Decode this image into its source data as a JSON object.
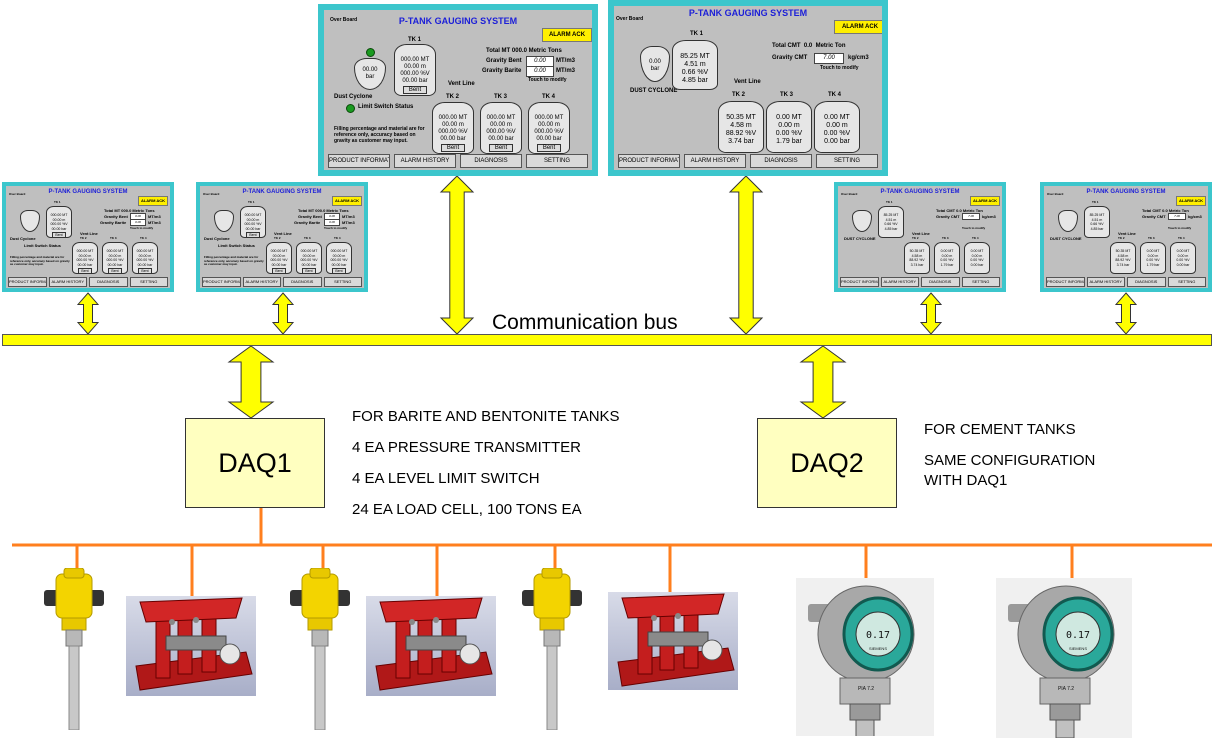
{
  "hmi": {
    "title": "P-TANK GAUGING SYSTEM",
    "alarm_ack": "ALARM ACK",
    "over_board": "Over Board",
    "vent_line": "Vent Line",
    "touch_modify": "Touch to modify",
    "buttons": [
      "PRODUCT INFORMATION",
      "ALARM HISTORY",
      "DIAGNOSIS",
      "SETTING"
    ],
    "barite": {
      "total_label": "Total MT",
      "total_value": "000.0",
      "total_unit": "Metric Tons",
      "gravity_bent_label": "Gravity Bent",
      "gravity_bent_value": "0.00",
      "gravity_bent_unit": "MT/m3",
      "gravity_barite_label": "Gravity Barite",
      "gravity_barite_value": "0.00",
      "gravity_barite_unit": "MT/m3",
      "cyclone_value": "00.00",
      "cyclone_unit": "bar",
      "cyclone_label": "Dust Cyclone",
      "limit_switch": "Limit Switch Status",
      "note": "Filling percentage and material are for reference only, accuracy based on gravity as customer may input.",
      "tanks": [
        {
          "name": "TK 1",
          "mt": "000.00 MT",
          "m": "00.00 m",
          "pv": "000.00 %V",
          "bar": "00.00 bar",
          "mat": "Bent"
        },
        {
          "name": "TK 2",
          "mt": "000.00 MT",
          "m": "00.00 m",
          "pv": "000.00 %V",
          "bar": "00.00 bar",
          "mat": "Bent"
        },
        {
          "name": "TK 3",
          "mt": "000.00 MT",
          "m": "00.00 m",
          "pv": "000.00 %V",
          "bar": "00.00 bar",
          "mat": "Bent"
        },
        {
          "name": "TK 4",
          "mt": "000.00 MT",
          "m": "00.00 m",
          "pv": "000.00 %V",
          "bar": "00.00 bar",
          "mat": "Bent"
        }
      ]
    },
    "cement": {
      "total_label": "Total CMT",
      "total_value": "0.0",
      "total_unit": "Metric Ton",
      "gravity_label": "Gravity CMT",
      "gravity_value": "7.00",
      "gravity_unit": "kg/cm3",
      "cyclone_value": "0.00",
      "cyclone_unit": "bar",
      "cyclone_label": "DUST CYCLONE",
      "tanks": [
        {
          "name": "TK 1",
          "mt": "85.25 MT",
          "m": "4.51 m",
          "pv": "0.66 %V",
          "bar": "4.85 bar"
        },
        {
          "name": "TK 2",
          "mt": "50.35 MT",
          "m": "4.58 m",
          "pv": "88.92 %V",
          "bar": "3.74 bar"
        },
        {
          "name": "TK 3",
          "mt": "0.00 MT",
          "m": "0.00 m",
          "pv": "0.00 %V",
          "bar": "1.79 bar"
        },
        {
          "name": "TK 4",
          "mt": "0.00 MT",
          "m": "0.00 m",
          "pv": "0.00 %V",
          "bar": "0.00 bar"
        }
      ]
    }
  },
  "bus_label": "Communication  bus",
  "daq1": {
    "label": "DAQ1",
    "notes": [
      "FOR BARITE AND BENTONITE TANKS",
      "4 EA PRESSURE TRANSMITTER",
      "4 EA LEVEL LIMIT SWITCH",
      "24 EA LOAD CELL, 100 TONS EA"
    ]
  },
  "daq2": {
    "label": "DAQ2",
    "notes": [
      "FOR CEMENT TANKS",
      "SAME CONFIGURATION",
      "WITH DAQ1"
    ]
  },
  "devices": {
    "transmitter_display": "0.17",
    "transmitter_brand": "SIEMENS",
    "transmitter_model": "PIA 7.2"
  },
  "colors": {
    "bus": "#ffff00",
    "daq": "#ffffc0",
    "panel_border": "#3cc6cc",
    "field_wire": "#ff7f1e",
    "load_cell": "#c41e1e"
  }
}
